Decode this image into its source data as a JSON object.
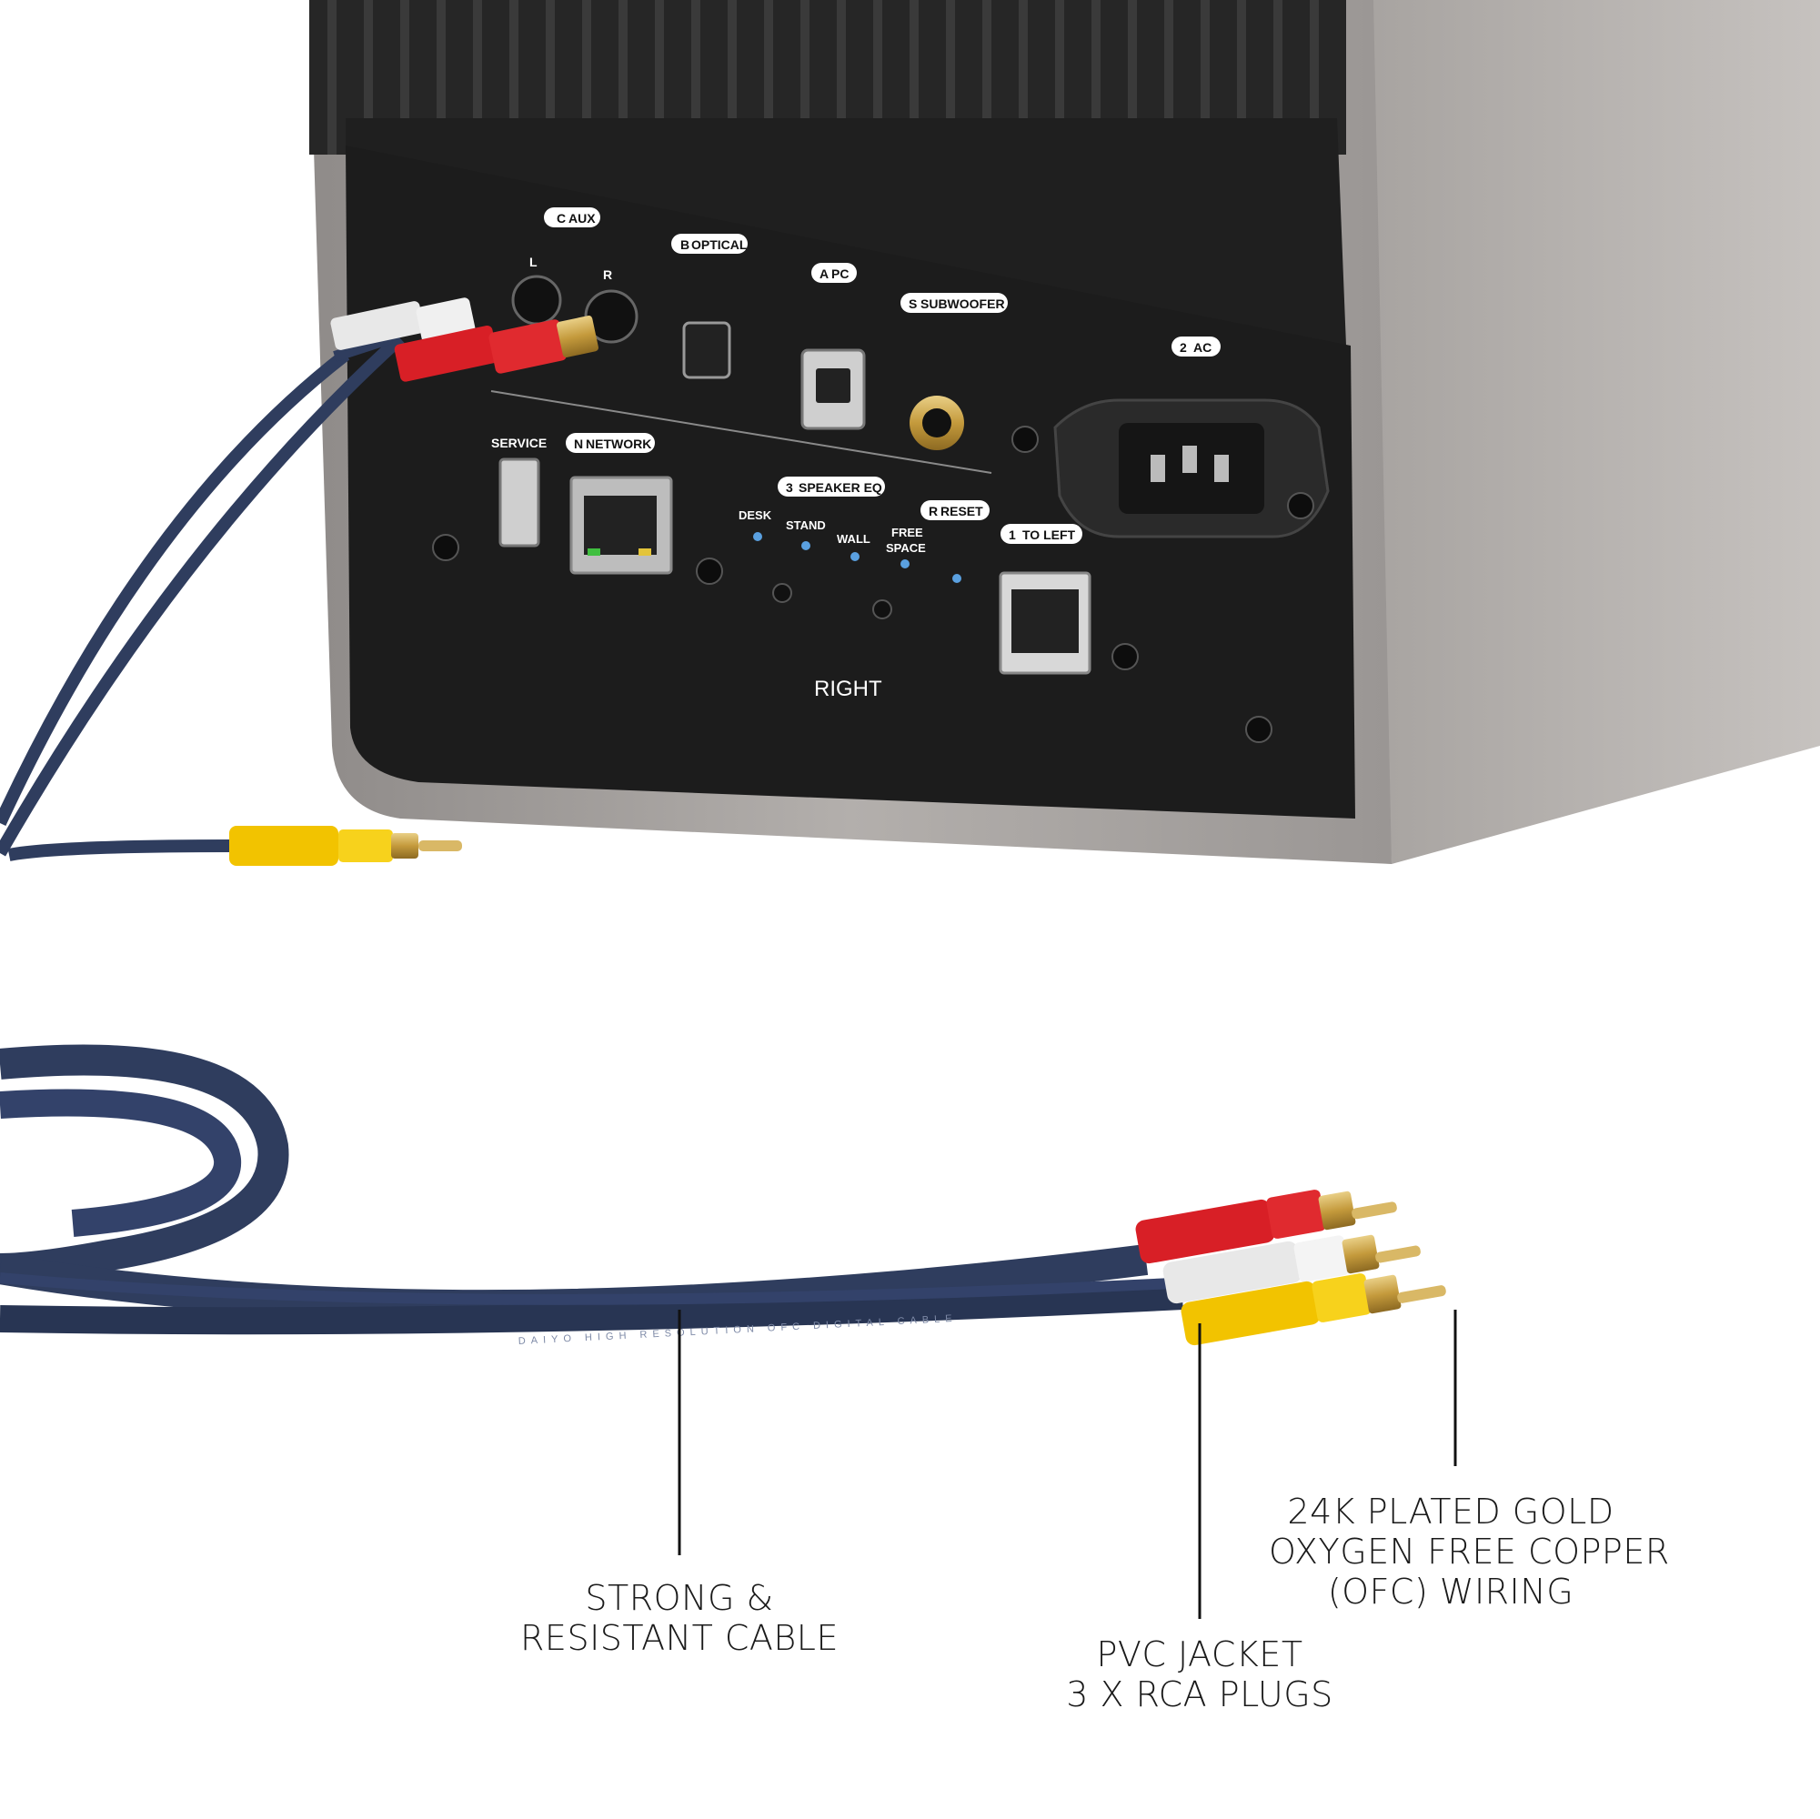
{
  "speaker_panel": {
    "ports": {
      "aux": "AUX",
      "aux_left": "L",
      "aux_right": "R",
      "optical": "OPTICAL",
      "pc": "PC",
      "subwoofer": "SUBWOOFER",
      "ac": "AC",
      "service": "SERVICE",
      "network": "NETWORK",
      "speaker_eq": "SPEAKER EQ",
      "reset": "RESET",
      "to_left": "TO LEFT"
    },
    "badges": {
      "aux": "C",
      "optical": "B",
      "pc": "A",
      "subwoofer": "S",
      "ac": "2",
      "network": "N",
      "speaker_eq": "3",
      "reset": "R",
      "to_left": "1"
    },
    "eq_modes": {
      "desk": "DESK",
      "stand": "STAND",
      "wall": "WALL",
      "free": "FREE",
      "space": "SPACE"
    },
    "side_label": "RIGHT"
  },
  "cable": {
    "print_text": "DAIYO HIGH RESOLUTION OFC DIGITAL CABLE"
  },
  "callouts": {
    "cable": {
      "line1": "STRONG &",
      "line2": "RESISTANT CABLE"
    },
    "jacket": {
      "line1": "PVC JACKET",
      "line2": "3 X RCA PLUGS"
    },
    "gold": {
      "line1": "24K PLATED GOLD",
      "line2": "OXYGEN FREE COPPER",
      "line3": "(OFC) WIRING"
    }
  },
  "colors": {
    "cable_blue": "#2f3d5e",
    "plug_red": "#d81f26",
    "plug_white": "#e8e8e8",
    "plug_yellow": "#f2c300",
    "gold": "#c9a44a",
    "panel_black": "#1c1c1c",
    "speaker_gray": "#a09c9a"
  }
}
